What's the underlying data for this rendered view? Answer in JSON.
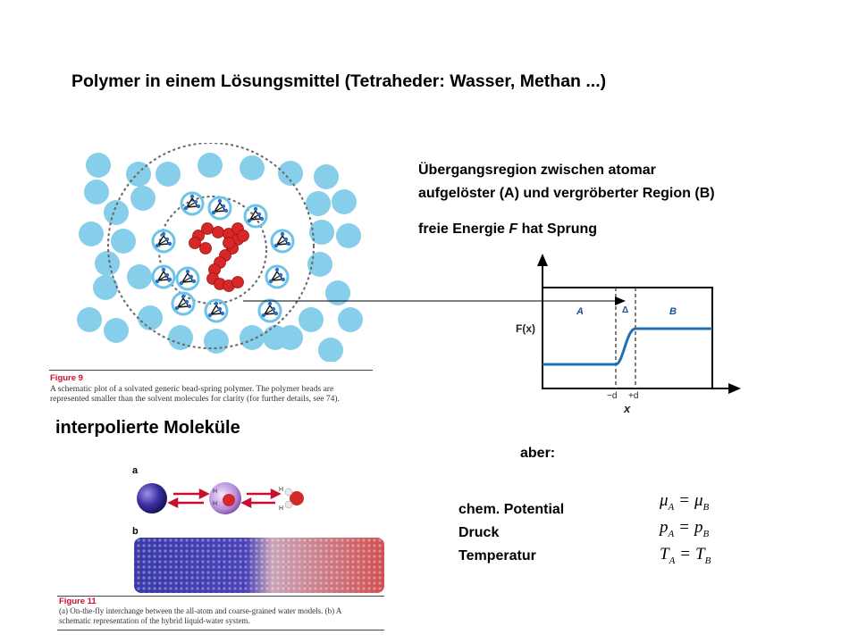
{
  "title": "Polymer in einem Lösungsmittel (Tetraheder: Wasser, Methan ...)",
  "transition_text": {
    "line1": "Übergangsregion zwischen  atomar",
    "line2": "aufgelöster (A) und vergröberter Region (B)",
    "jump_prefix": "freie Energie ",
    "jump_symbol": "F",
    "jump_suffix": " hat Sprung"
  },
  "figure9": {
    "label": "Figure 9",
    "caption_line1": "A schematic plot of a solvated generic bead-spring polymer. The polymer beads are",
    "caption_line2": "represented smaller than the solvent molecules for clarity (for further details, see 74)."
  },
  "plot": {
    "ylabel": "F(x)",
    "xlabel": "x",
    "region_a": "A",
    "region_b": "B",
    "delta": "Δ",
    "tick_minus_d": "−d",
    "tick_plus_d": "+d"
  },
  "interp_label": "interpolierte Moleküle",
  "figure11": {
    "panel_a": "a",
    "panel_b": "b",
    "label": "Figure 11",
    "caption_line1": "(a) On-the-fly interchange between the all-atom and coarse-grained water models. (b) A",
    "caption_line2": "schematic representation of the hybrid liquid-water system."
  },
  "aber": "aber:",
  "quantities": [
    "chem. Potential",
    "Druck",
    "Temperatur"
  ],
  "equations": [
    {
      "left": "μ",
      "left_sub": "A",
      "right": "μ",
      "right_sub": "B"
    },
    {
      "left": "p",
      "left_sub": "A",
      "right": "p",
      "right_sub": "B"
    },
    {
      "left": "T",
      "left_sub": "A",
      "right": "T",
      "right_sub": "B"
    }
  ],
  "colors": {
    "solvent": "#87ceeb",
    "solvent_ring": "#6ec3e8",
    "polymer": "#d62828",
    "curve": "#1f6fb2",
    "dashed_circle": "#666666"
  }
}
